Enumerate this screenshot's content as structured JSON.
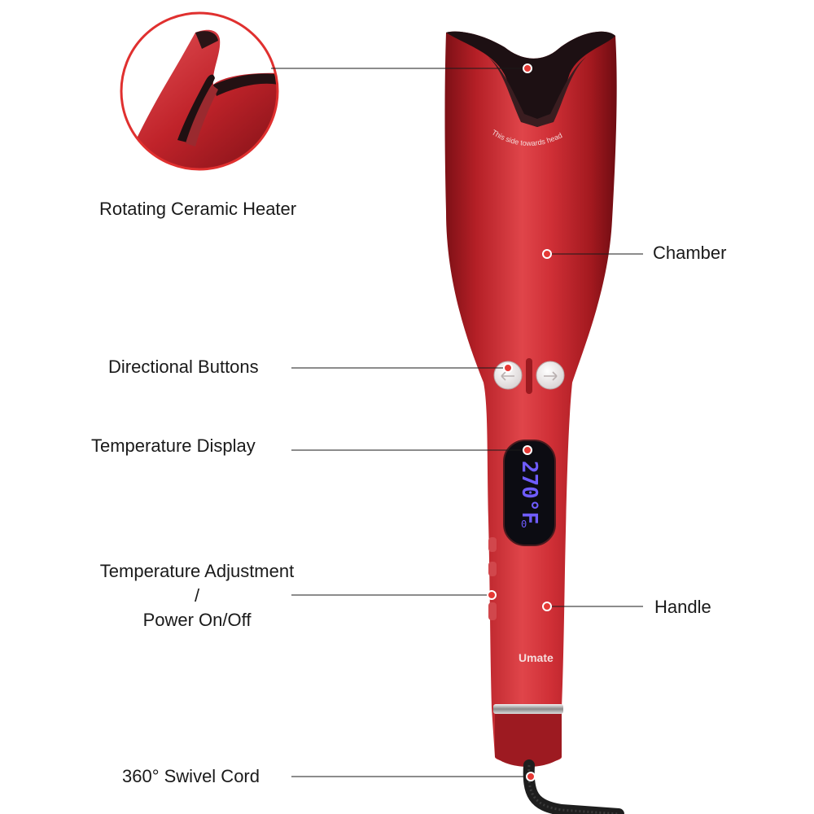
{
  "labels": {
    "rotating_heater": "Rotating Ceramic Heater",
    "chamber": "Chamber",
    "directional_buttons": "Directional Buttons",
    "temperature_display": "Temperature Display",
    "temp_adjust_line1": "Temperature Adjustment",
    "temp_adjust_line2": "/",
    "temp_adjust_line3": "Power On/Off",
    "handle": "Handle",
    "swivel_cord": "360° Swivel Cord"
  },
  "device": {
    "side_text": "This side towards head",
    "brand": "Umate",
    "display_reading": "270°F",
    "display_secondary": "0"
  },
  "colors": {
    "body_red": "#c8262e",
    "body_dark": "#8e141a",
    "accent_line": "#e0302f",
    "display_digits": "#6f5cff",
    "callout_dot": "#e53935"
  }
}
